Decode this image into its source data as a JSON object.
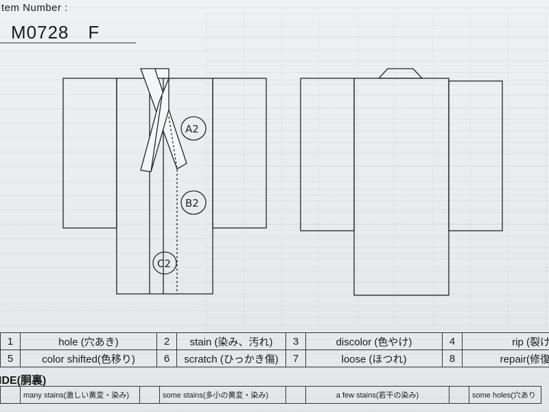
{
  "header": {
    "item_label": "tem Number :",
    "item_code": "M0728",
    "item_grade": "F"
  },
  "diagram": {
    "marks": [
      {
        "label": "A2"
      },
      {
        "label": "B2"
      },
      {
        "label": "C2"
      }
    ]
  },
  "legend": {
    "rows": [
      [
        {
          "num": "1",
          "text": "hole (穴あき)"
        },
        {
          "num": "2",
          "text": "stain (染み、汚れ)"
        },
        {
          "num": "3",
          "text": "discolor (色やけ)"
        },
        {
          "num": "4",
          "text": "rip (裂け)"
        }
      ],
      [
        {
          "num": "5",
          "text": "color shifted(色移り)"
        },
        {
          "num": "6",
          "text": "scratch (ひっかき傷)"
        },
        {
          "num": "7",
          "text": "loose (ほつれ)"
        },
        {
          "num": "8",
          "text": "repair(修復)"
        }
      ]
    ]
  },
  "inside": {
    "title": "IDE(胴裏)",
    "levels": [
      "many stains(激しい黄変・染み)",
      "some stains(多小の黄変・染み)",
      "a few stains(若干の染み)",
      "some holes(穴あり"
    ]
  }
}
